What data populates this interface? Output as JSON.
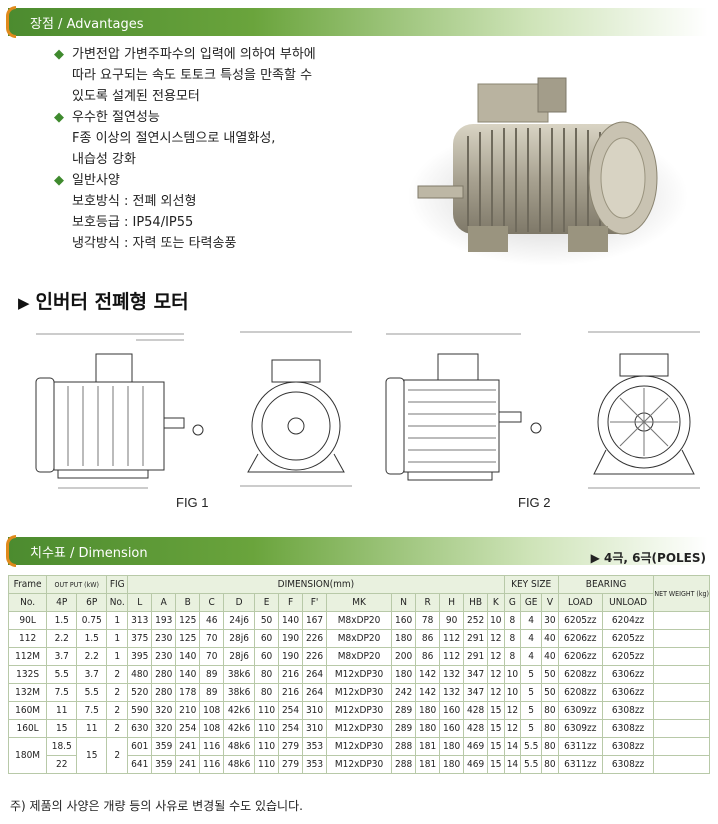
{
  "header_advantages": "장점 / Advantages",
  "advantages": [
    {
      "head": "가변전압 가변주파수의 입력에 의하여 부하에",
      "lines": [
        "따라 요구되는 속도 토토크 특성을 만족할 수",
        "있도록 설계된 전용모터"
      ]
    },
    {
      "head": "우수한 절연성능",
      "lines": [
        "F종 이상의 절연시스템으로 내열화성,",
        "내습성 강화"
      ]
    },
    {
      "head": "일반사양",
      "lines": [
        "보호방식 : 전폐 외선형",
        "보호등급 : IP54/IP55",
        "냉각방식 : 자력 또는 타력송풍"
      ]
    }
  ],
  "section_title": "인버터 전폐형 모터",
  "fig1": "FIG 1",
  "fig2": "FIG 2",
  "header_dimension": "치수표 / Dimension",
  "poles": "▶ 4극, 6극(POLES)",
  "table": {
    "h1": {
      "frame": "Frame",
      "output": "OUT PUT (kW)",
      "fig": "FIG",
      "dimension": "DIMENSION(mm)",
      "key": "KEY SIZE",
      "bearing": "BEARING",
      "weight": "NET WEIGHT (kg)"
    },
    "h2": [
      "No.",
      "4P",
      "6P",
      "No.",
      "L",
      "A",
      "B",
      "C",
      "D",
      "E",
      "F",
      "F'",
      "MK",
      "N",
      "R",
      "H",
      "HB",
      "K",
      "G",
      "GE",
      "V",
      "LOAD",
      "UNLOAD"
    ],
    "rows": [
      [
        "90L",
        "1.5",
        "0.75",
        "1",
        "313",
        "193",
        "125",
        "46",
        "24j6",
        "50",
        "140",
        "167",
        "M8xDP20",
        "160",
        "78",
        "90",
        "252",
        "10",
        "8",
        "4",
        "30",
        "6205zz",
        "6204zz"
      ],
      [
        "112",
        "2.2",
        "1.5",
        "1",
        "375",
        "230",
        "125",
        "70",
        "28j6",
        "60",
        "190",
        "226",
        "M8xDP20",
        "180",
        "86",
        "112",
        "291",
        "12",
        "8",
        "4",
        "40",
        "6206zz",
        "6205zz"
      ],
      [
        "112M",
        "3.7",
        "2.2",
        "1",
        "395",
        "230",
        "140",
        "70",
        "28j6",
        "60",
        "190",
        "226",
        "M8xDP20",
        "200",
        "86",
        "112",
        "291",
        "12",
        "8",
        "4",
        "40",
        "6206zz",
        "6205zz"
      ],
      [
        "132S",
        "5.5",
        "3.7",
        "2",
        "480",
        "280",
        "140",
        "89",
        "38k6",
        "80",
        "216",
        "264",
        "M12xDP30",
        "180",
        "142",
        "132",
        "347",
        "12",
        "10",
        "5",
        "50",
        "6208zz",
        "6306zz"
      ],
      [
        "132M",
        "7.5",
        "5.5",
        "2",
        "520",
        "280",
        "178",
        "89",
        "38k6",
        "80",
        "216",
        "264",
        "M12xDP30",
        "242",
        "142",
        "132",
        "347",
        "12",
        "10",
        "5",
        "50",
        "6208zz",
        "6306zz"
      ],
      [
        "160M",
        "11",
        "7.5",
        "2",
        "590",
        "320",
        "210",
        "108",
        "42k6",
        "110",
        "254",
        "310",
        "M12xDP30",
        "289",
        "180",
        "160",
        "428",
        "15",
        "12",
        "5",
        "80",
        "6309zz",
        "6308zz"
      ],
      [
        "160L",
        "15",
        "11",
        "2",
        "630",
        "320",
        "254",
        "108",
        "42k6",
        "110",
        "254",
        "310",
        "M12xDP30",
        "289",
        "180",
        "160",
        "428",
        "15",
        "12",
        "5",
        "80",
        "6309zz",
        "6308zz"
      ]
    ],
    "r180": {
      "frame": "180M",
      "p6": "15",
      "fig": "2",
      "a": [
        "18.5",
        "601",
        "359",
        "241",
        "116",
        "48k6",
        "110",
        "279",
        "353",
        "M12xDP30",
        "288",
        "181",
        "180",
        "469",
        "15",
        "14",
        "5.5",
        "80",
        "6311zz",
        "6308zz"
      ],
      "b": [
        "22",
        "641",
        "359",
        "241",
        "116",
        "48k6",
        "110",
        "279",
        "353",
        "M12xDP30",
        "288",
        "181",
        "180",
        "469",
        "15",
        "14",
        "5.5",
        "80",
        "6311zz",
        "6308zz"
      ]
    }
  },
  "note": "주) 제품의 사양은 개량 등의 사유로 변경될 수도 있습니다."
}
